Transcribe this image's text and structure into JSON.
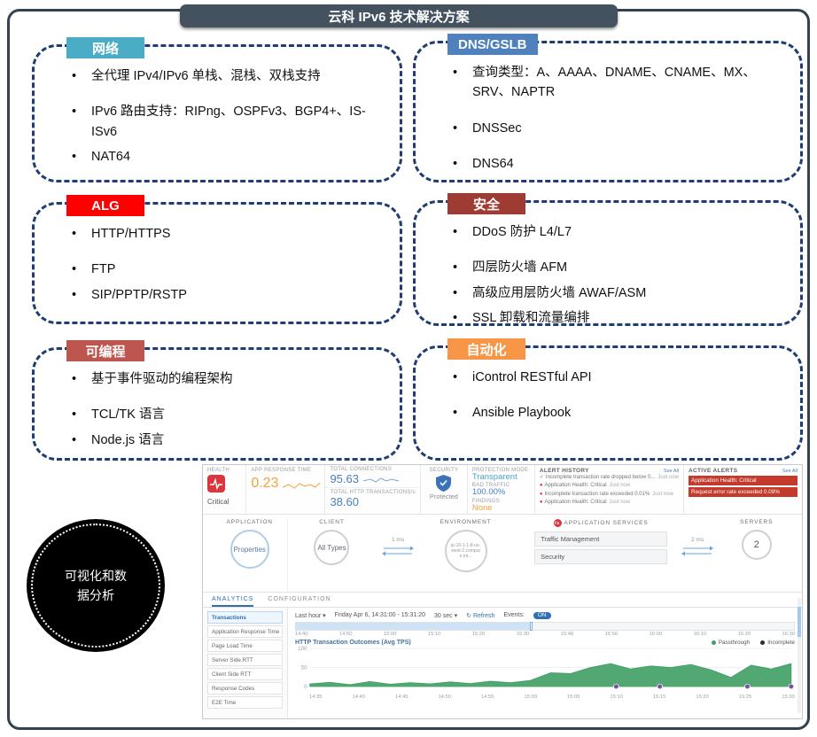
{
  "slide": {
    "title": "云科 IPv6 技术解决方案"
  },
  "ellipse": {
    "text": "可视化和数据分析"
  },
  "feature_boxes": [
    {
      "key": "network",
      "label": "网络",
      "color": "#4bacc6",
      "groups": [
        [
          "全代理 IPv4/IPv6 单栈、混栈、双栈支持"
        ],
        [
          "IPv6 路由支持：RIPng、OSPFv3、BGP4+、IS-ISv6",
          "NAT64"
        ]
      ]
    },
    {
      "key": "dns-gslb",
      "label": "DNS/GSLB",
      "color": "#4f81bd",
      "groups": [
        [
          "查询类型：A、AAAA、DNAME、CNAME、MX、SRV、NAPTR"
        ],
        [
          "DNSSec"
        ],
        [
          "DNS64"
        ]
      ]
    },
    {
      "key": "alg",
      "label": "ALG",
      "color": "#fe0000",
      "groups": [
        [
          "HTTP/HTTPS"
        ],
        [
          "FTP",
          "SIP/PPTP/RSTP"
        ]
      ]
    },
    {
      "key": "security",
      "label": "安全",
      "color": "#9e3b33",
      "groups": [
        [
          "DDoS 防护 L4/L7"
        ],
        [
          "四层防火墙 AFM",
          "高级应用层防火墙 AWAF/ASM",
          "SSL 卸载和流量编排"
        ]
      ]
    },
    {
      "key": "programmable",
      "label": "可编程",
      "color": "#bc564e",
      "groups": [
        [
          "基于事件驱动的编程架构"
        ],
        [
          "TCL/TK 语言",
          "Node.js 语言"
        ]
      ]
    },
    {
      "key": "automation",
      "label": "自动化",
      "color": "#f79646",
      "groups": [
        [
          "iControl RESTful API"
        ],
        [
          "Ansible Playbook"
        ]
      ]
    }
  ],
  "dashboard": {
    "health": {
      "label": "HEALTH",
      "status": "Critical",
      "app_response_time": {
        "label": "APP RESPONSE TIME",
        "value": "0.23"
      },
      "total_connections": {
        "label": "TOTAL CONNECTIONS",
        "value": "95.63"
      },
      "total_http": {
        "label": "TOTAL HTTP TRANSACTIONS/s",
        "value": "38.60"
      },
      "security": {
        "label": "SECURITY",
        "status": "Protected"
      },
      "protection_mode": {
        "label": "PROTECTION MODE",
        "value": "Transparent"
      },
      "bad_traffic": {
        "label": "BAD TRAFFIC",
        "value": "100.00%"
      },
      "findings": {
        "label": "FINDINGS",
        "value": "None"
      },
      "alert_history": {
        "label": "ALERT HISTORY",
        "see_all": "See All",
        "items": [
          {
            "type": "ok",
            "text": "Incomplete transaction rate dropped below 0...",
            "time": "Just now"
          },
          {
            "type": "critical",
            "text": "Application Health: Critical",
            "time": "Just now"
          },
          {
            "type": "critical",
            "text": "Incomplete transaction rate exceeded 0.01%",
            "time": "Just now"
          },
          {
            "type": "critical",
            "text": "Application Health: Critical",
            "time": "Just now"
          }
        ]
      },
      "active_alerts": {
        "label": "ACTIVE ALERTS",
        "see_all": "See All",
        "items": [
          "Application Health: Critical",
          "Request error rate exceeded 0.09%"
        ]
      }
    },
    "topology": {
      "application": {
        "label": "APPLICATION",
        "node": "Properties"
      },
      "client": {
        "label": "CLIENT",
        "node": "All Types"
      },
      "client_latency": "1 ms",
      "environment": {
        "label": "ENVIRONMENT",
        "node": "ip-10-1-1-8-us-west-2.compute.int..."
      },
      "services": {
        "label": "APPLICATION SERVICES",
        "items": [
          "Traffic Management",
          "Security"
        ]
      },
      "server_latency": "2 ms",
      "servers": {
        "label": "SERVERS",
        "node": "2"
      }
    },
    "analytics": {
      "tabs": [
        "ANALYTICS",
        "CONFIGURATION"
      ],
      "sidebar": [
        "Transactions",
        "Application Response Time",
        "Page Load Time",
        "Server Side RTT",
        "Client Side RTT",
        "Response Codes",
        "E2E Time"
      ],
      "sidebar_active": "Transactions",
      "toolbar": {
        "range": "Last hour",
        "date_range": "Friday Apr 6, 14:31:00 - 15:31:20",
        "interval": "30 sec",
        "refresh": "Refresh",
        "events_label": "Events:",
        "events_state": "ON"
      },
      "timeline_ticks": [
        "14:40",
        "14:50",
        "15:00",
        "15:10",
        "15:20",
        "15:30",
        "15:40",
        "15:50",
        "16:00",
        "16:10",
        "16:20",
        "16:30"
      ]
    }
  },
  "chart_data": {
    "type": "area",
    "title": "HTTP Transaction Outcomes (Avg TPS)",
    "ylim": [
      0,
      100
    ],
    "yticks": [
      0,
      50,
      100
    ],
    "x_ticks": [
      "14:35",
      "14:40",
      "14:45",
      "14:50",
      "14:55",
      "15:00",
      "15:05",
      "15:10",
      "15:15",
      "15:20",
      "15:25",
      "15:30"
    ],
    "series": [
      {
        "name": "Passthrough",
        "color": "#3f9e63",
        "values": [
          7,
          11,
          5,
          13,
          6,
          10,
          7,
          12,
          8,
          14,
          10,
          16,
          36,
          34,
          50,
          60,
          46,
          54,
          50,
          58,
          44,
          24,
          56,
          46,
          60
        ]
      },
      {
        "name": "Incomplete",
        "color": "#2d2d2d",
        "values": [
          0,
          0,
          0,
          0,
          0,
          0,
          0,
          0,
          0,
          0,
          0,
          0,
          0,
          0,
          0,
          0,
          0,
          0,
          0,
          0,
          0,
          0,
          0,
          0,
          0
        ]
      }
    ],
    "event_markers": [
      "15:10",
      "15:15",
      "15:25",
      "15:30"
    ]
  }
}
